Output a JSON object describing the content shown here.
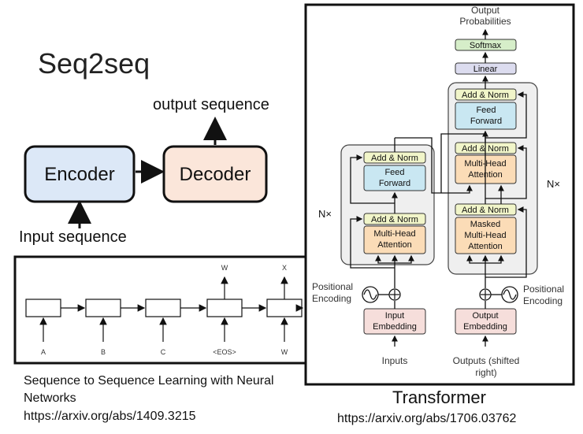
{
  "seq2seq": {
    "title": "Seq2seq",
    "encoder_label": "Encoder",
    "decoder_label": "Decoder",
    "output_label": "output sequence",
    "input_label": "Input sequence"
  },
  "rnn_diagram": {
    "outputs": [
      "W",
      "X"
    ],
    "inputs": [
      "A",
      "B",
      "C",
      "<EOS>",
      "W"
    ]
  },
  "paper1": {
    "caption": "Sequence to Sequence Learning with Neural Networks",
    "url": "https://arxiv.org/abs/1409.3215"
  },
  "transformer": {
    "title": "Transformer",
    "url": "https://arxiv.org/abs/1706.03762",
    "output_probabilities": "Output Probabilities",
    "softmax": "Softmax",
    "linear": "Linear",
    "add_norm": "Add & Norm",
    "feed_forward": "Feed Forward",
    "multi_head_attention": "Multi-Head Attention",
    "masked_multi_head_attention": "Masked Multi-Head Attention",
    "nx": "N×",
    "positional_encoding": "Positional Encoding",
    "input_embedding": "Input Embedding",
    "output_embedding": "Output Embedding",
    "inputs": "Inputs",
    "outputs": "Outputs (shifted right)"
  },
  "colors": {
    "encoder_fill": "#dce8f7",
    "decoder_fill": "#fbe6da",
    "add_norm": "#f1f5c9",
    "feed_forward": "#c9e7f2",
    "attention": "#fbdcb7",
    "embedding": "#f6dedb",
    "softmax": "#d6eec9",
    "linear": "#dcdcef",
    "layer_bg": "#efefef"
  }
}
